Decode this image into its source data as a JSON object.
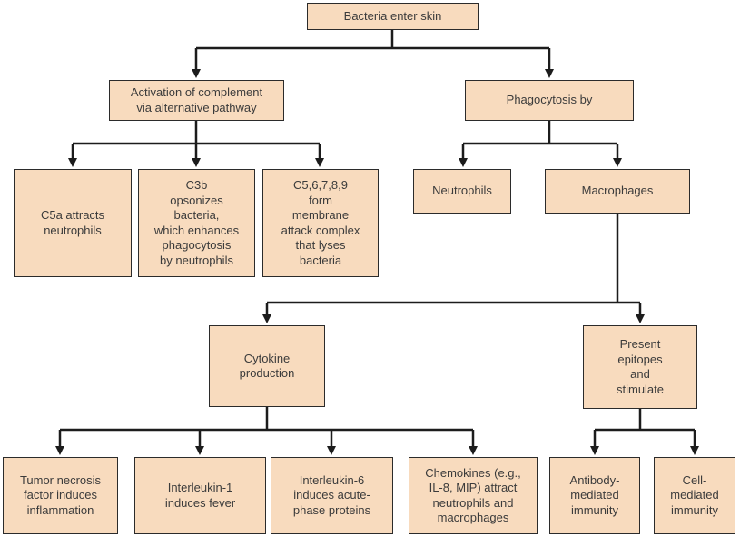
{
  "colors": {
    "box_fill": "#F8DBBE",
    "box_border": "#2B2B2B",
    "connector": "#1C1C1C",
    "text": "#3B3B3B",
    "background": "#FFFFFF"
  },
  "flowchart": {
    "nodes": {
      "bacteria_enter_skin": "Bacteria enter skin",
      "complement_activation": "Activation of complement\nvia alternative pathway",
      "phagocytosis_by": "Phagocytosis by",
      "c5a_attracts": "C5a attracts\nneutrophils",
      "c3b_opsonizes": "C3b\nopsonizes\nbacteria,\nwhich enhances\nphagocytosis\nby neutrophils",
      "membrane_attack": "C5,6,7,8,9\nform\nmembrane\nattack complex\nthat lyses\nbacteria",
      "neutrophils": "Neutrophils",
      "macrophages": "Macrophages",
      "cytokine_production": "Cytokine\nproduction",
      "present_epitopes": "Present\nepitopes\nand\nstimulate",
      "tumor_necrosis": "Tumor necrosis\nfactor induces\ninflammation",
      "interleukin_1": "Interleukin-1\ninduces fever",
      "interleukin_6": "Interleukin-6\ninduces acute-\nphase proteins",
      "chemokines": "Chemokines (e.g.,\nIL-8, MIP) attract\nneutrophils and\nmacrophages",
      "antibody_immunity": "Antibody-\nmediated\nimmunity",
      "cell_immunity": "Cell-\nmediated\nimmunity"
    }
  }
}
